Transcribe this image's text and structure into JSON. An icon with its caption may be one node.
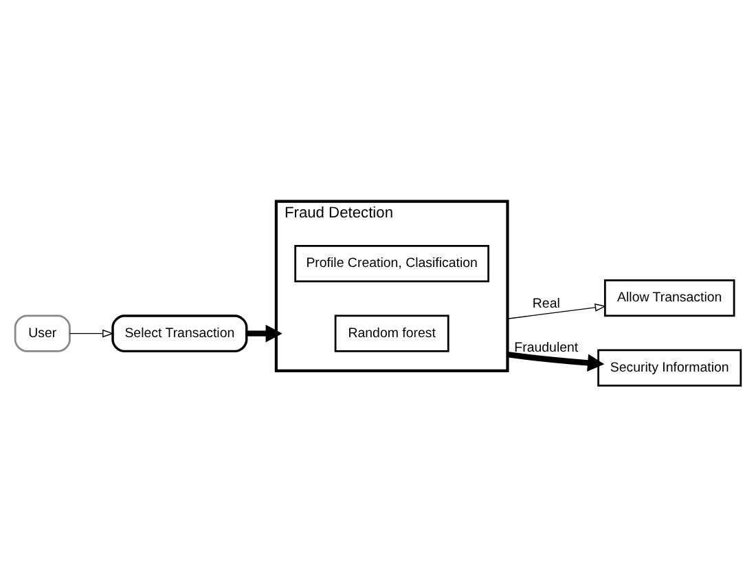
{
  "diagram": {
    "nodes": [
      {
        "text": [
          "User"
        ]
      },
      {
        "text": [
          "Select Transaction"
        ]
      },
      {
        "text": [
          "Fraud Detection"
        ]
      },
      {
        "text": [
          "Profile Creation, Clasification"
        ],
        "in": 2
      },
      {
        "text": [
          "Random forest"
        ],
        "in": 2
      },
      {
        "text": [
          "Allow Transaction"
        ]
      },
      {
        "text": [
          "Security Information"
        ]
      }
    ],
    "edges": [
      {
        "from": 0,
        "to": 1,
        "arrow": "to"
      },
      {
        "from": 1,
        "to": 2,
        "arrow": "to",
        "style": "thick"
      },
      {
        "from": 2,
        "to": 5,
        "arrow": "to",
        "label": "Real"
      },
      {
        "from": 2,
        "to": 6,
        "arrow": "to",
        "label": "Fraudulent",
        "style": "thick"
      }
    ]
  }
}
